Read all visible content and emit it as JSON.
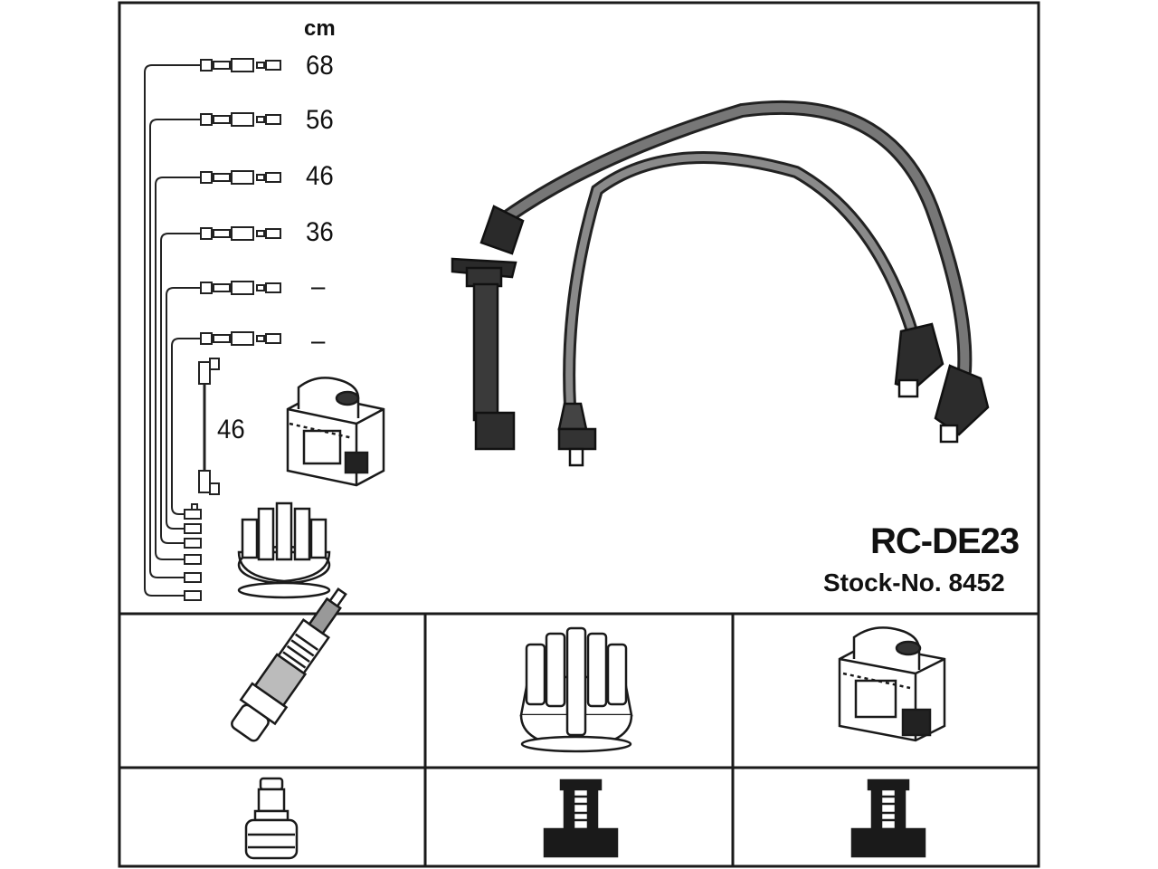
{
  "legend": {
    "unit": "cm",
    "lengths": [
      "68",
      "56",
      "46",
      "36",
      "–",
      "–"
    ],
    "coil_lead_length": "46"
  },
  "product": {
    "model": "RC-DE23",
    "stock": "Stock-No. 8452"
  }
}
